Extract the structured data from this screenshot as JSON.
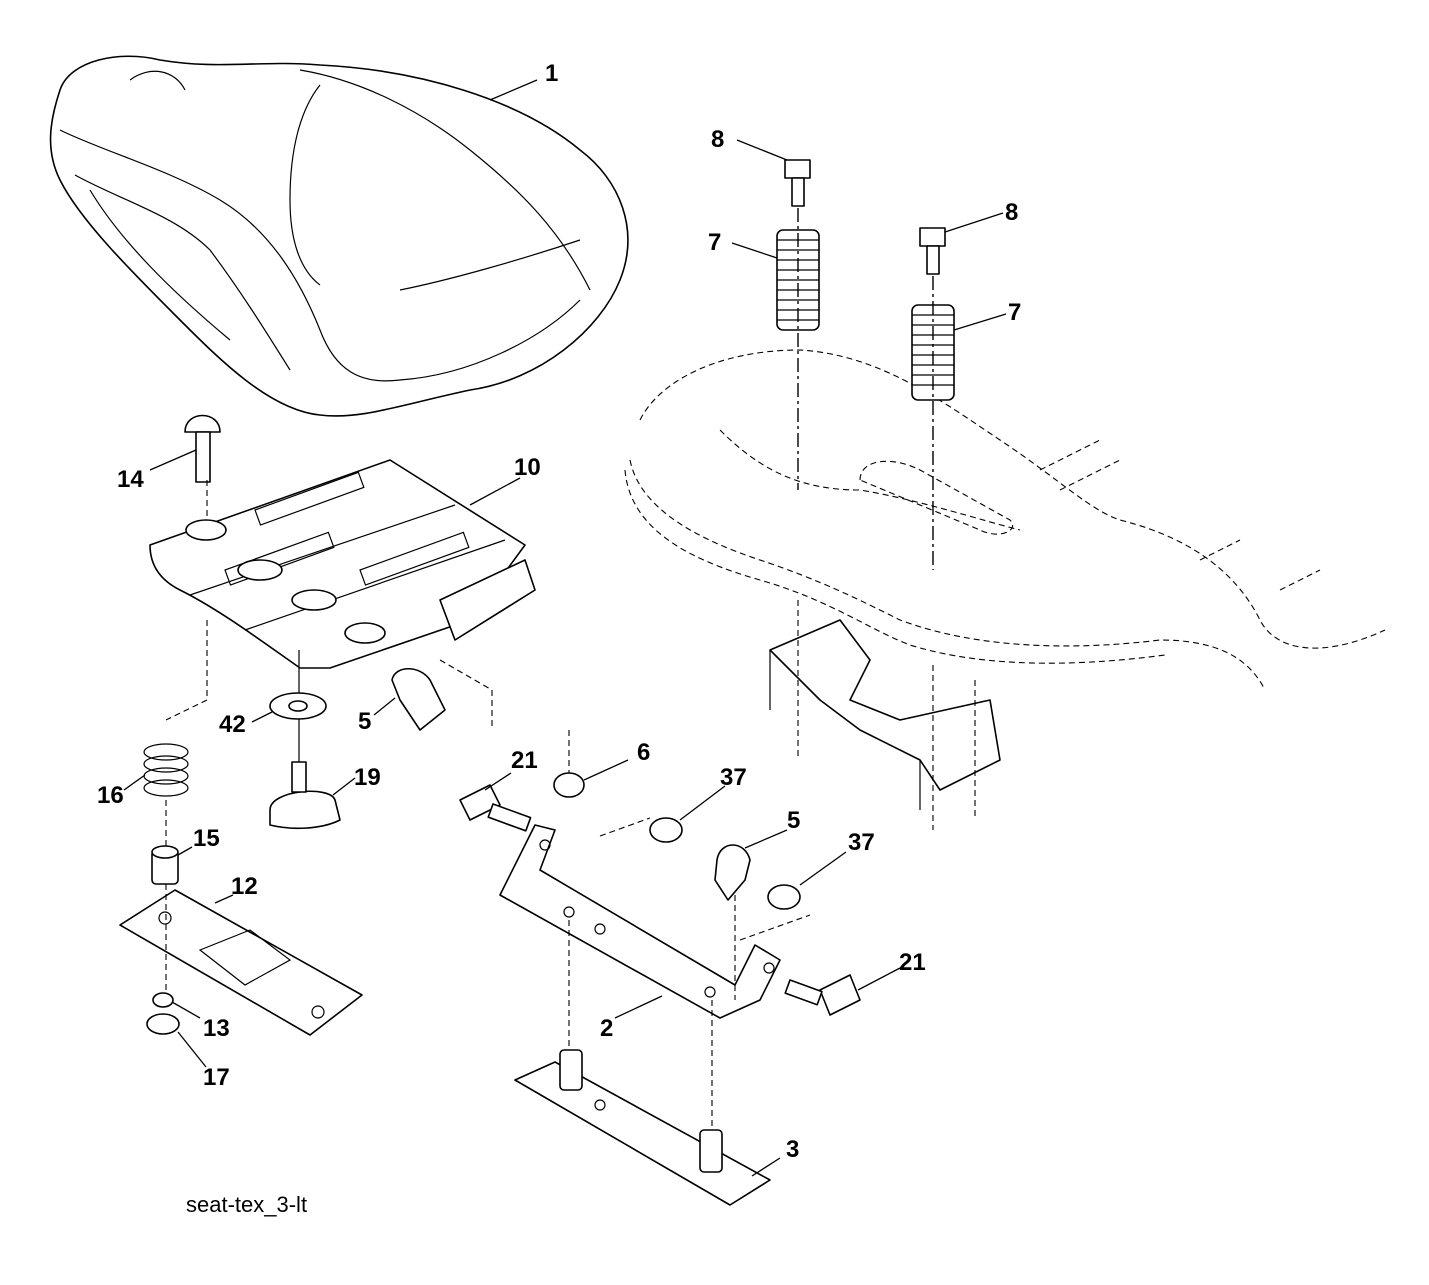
{
  "caption": "seat-tex_3-lt",
  "callouts": [
    {
      "id": "c1",
      "label": "1"
    },
    {
      "id": "c8a",
      "label": "8"
    },
    {
      "id": "c8b",
      "label": "8"
    },
    {
      "id": "c7a",
      "label": "7"
    },
    {
      "id": "c7b",
      "label": "7"
    },
    {
      "id": "c14",
      "label": "14"
    },
    {
      "id": "c10",
      "label": "10"
    },
    {
      "id": "c42",
      "label": "42"
    },
    {
      "id": "c5a",
      "label": "5"
    },
    {
      "id": "c16",
      "label": "16"
    },
    {
      "id": "c19",
      "label": "19"
    },
    {
      "id": "c21a",
      "label": "21"
    },
    {
      "id": "c6",
      "label": "6"
    },
    {
      "id": "c37a",
      "label": "37"
    },
    {
      "id": "c5b",
      "label": "5"
    },
    {
      "id": "c37b",
      "label": "37"
    },
    {
      "id": "c15",
      "label": "15"
    },
    {
      "id": "c12",
      "label": "12"
    },
    {
      "id": "c21b",
      "label": "21"
    },
    {
      "id": "c13",
      "label": "13"
    },
    {
      "id": "c2",
      "label": "2"
    },
    {
      "id": "c17",
      "label": "17"
    },
    {
      "id": "c3",
      "label": "3"
    }
  ]
}
